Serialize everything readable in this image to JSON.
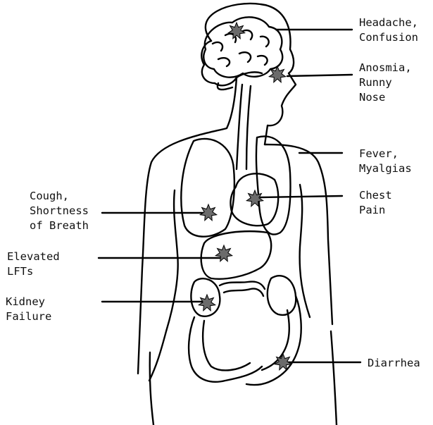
{
  "diagram": {
    "callouts": [
      {
        "id": "headache",
        "lines": [
          "Headache,",
          "Confusion"
        ]
      },
      {
        "id": "anosmia",
        "lines": [
          "Anosmia,",
          "Runny",
          "Nose"
        ]
      },
      {
        "id": "fever",
        "lines": [
          "Fever,",
          "Myalgias"
        ]
      },
      {
        "id": "chest",
        "lines": [
          "Chest",
          "Pain"
        ]
      },
      {
        "id": "cough",
        "lines": [
          "Cough,",
          "Shortness",
          "of Breath"
        ]
      },
      {
        "id": "lfts",
        "lines": [
          "Elevated",
          "LFTs"
        ]
      },
      {
        "id": "kidney",
        "lines": [
          "Kidney",
          "Failure"
        ]
      },
      {
        "id": "diarrhea",
        "lines": [
          "Diarrhea"
        ]
      }
    ],
    "colors": {
      "outline": "#000000",
      "star": "#6b6b6b",
      "background": "#ffffff"
    }
  }
}
